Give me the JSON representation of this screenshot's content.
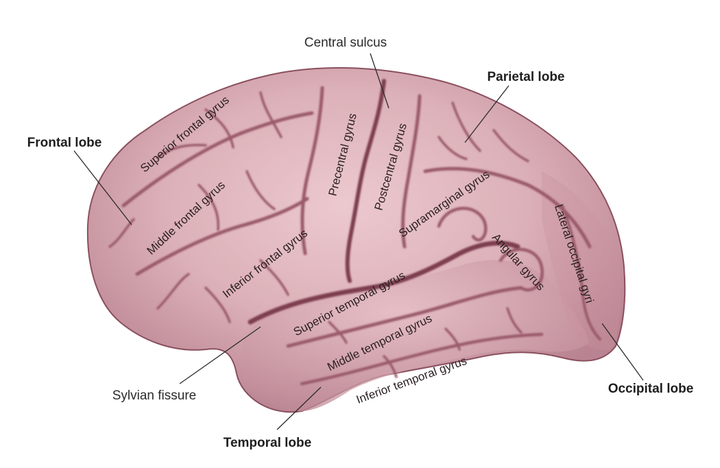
{
  "colors": {
    "brain_base": "#dcb0b8",
    "brain_shadow": "#b98391",
    "sulcus": "#9a5a6a",
    "background": "#ffffff",
    "text": "#2a2a2a"
  },
  "labels": {
    "central_sulcus": "Central sulcus",
    "parietal_lobe": "Parietal lobe",
    "frontal_lobe": "Frontal lobe",
    "occipital_lobe": "Occipital lobe",
    "temporal_lobe": "Temporal lobe",
    "sylvian_fissure": "Sylvian fissure"
  },
  "gyri": {
    "superior_frontal": "Superior frontal gyrus",
    "middle_frontal": "Middle frontal gyrus",
    "inferior_frontal": "Inferior frontal gyrus",
    "precentral": "Precentral gyrus",
    "postcentral": "Postcentral gyrus",
    "supramarginal": "Supramarginal gyrus",
    "angular": "Angular gyrus",
    "lateral_occipital": "Lateral occipital gyri",
    "superior_temporal": "Superior temporal gyrus",
    "middle_temporal": "Middle temporal gyrus",
    "inferior_temporal": "Inferior temporal gyrus"
  }
}
